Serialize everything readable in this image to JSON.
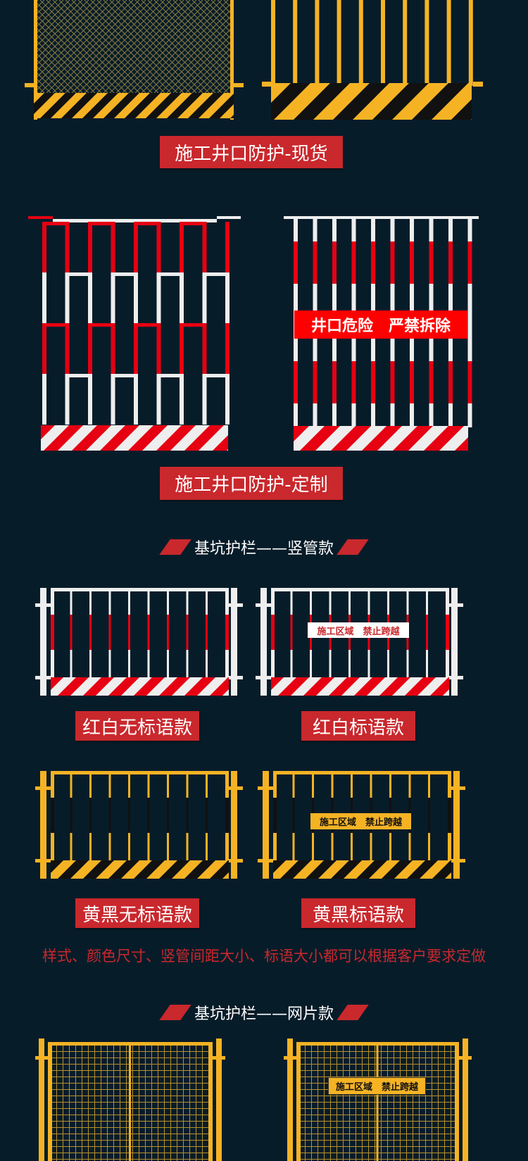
{
  "labels": {
    "stock": "施工井口防护-现货",
    "custom": "施工井口防护-定制",
    "rw_plain": "红白无标语款",
    "rw_slogan": "红白标语款",
    "yb_plain": "黄黑无标语款",
    "yb_slogan": "黄黑标语款"
  },
  "sections": {
    "vertical": "基坑护栏——竖管款",
    "mesh": "基坑护栏——网片款"
  },
  "slogans": {
    "well": "井口危险　严禁拆除",
    "area": "施工区域　禁止跨越"
  },
  "note": "样式、颜色尺寸、竖管间距大小、标语大小都可以根据客户要求定做",
  "colors": {
    "bg": "#071c29",
    "red": "#c9282d",
    "yellow": "#f5b324",
    "fence_red": "#e60012"
  }
}
